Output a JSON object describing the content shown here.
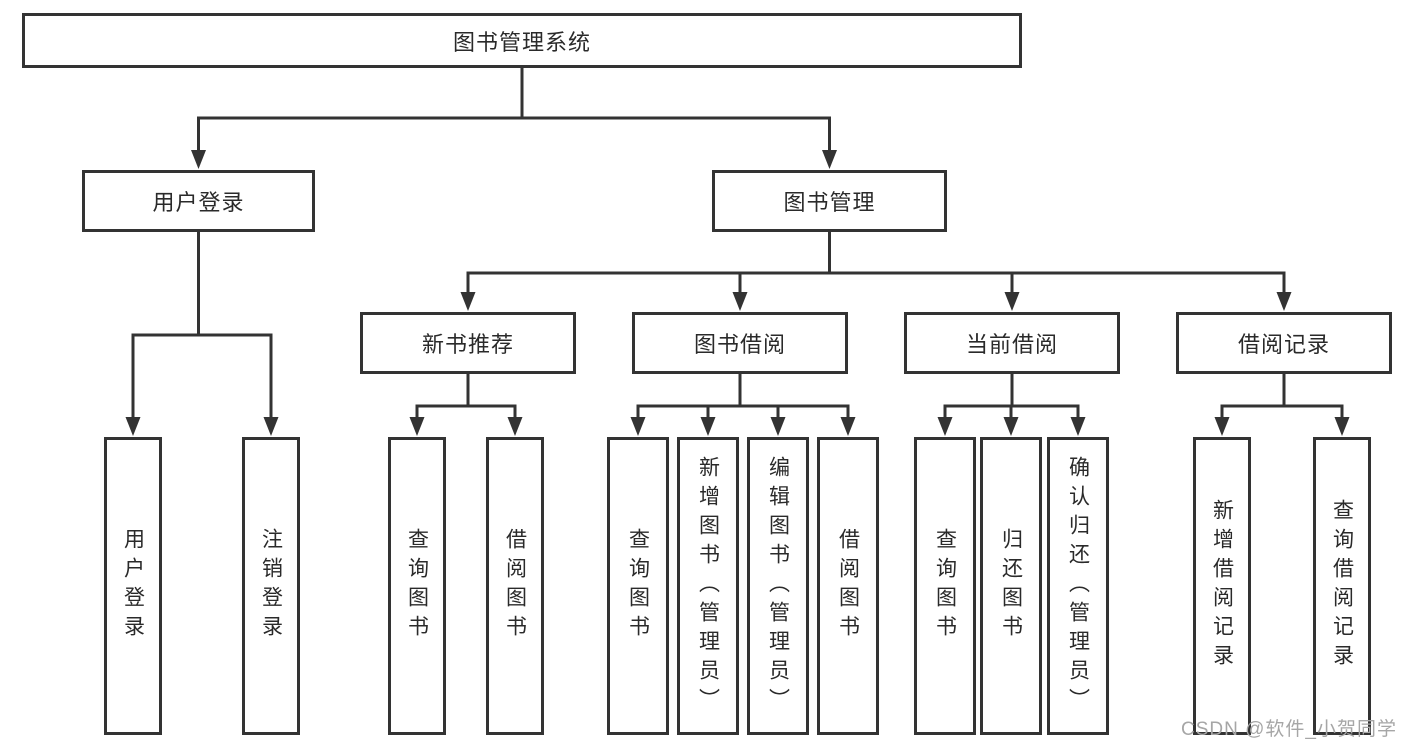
{
  "diagram": {
    "root": {
      "label": "图书管理系统"
    },
    "branches": [
      {
        "label": "用户登录",
        "children": [
          {
            "label": "用户登录"
          },
          {
            "label": "注销登录"
          }
        ]
      },
      {
        "label": "图书管理",
        "children": [
          {
            "label": "新书推荐",
            "children": [
              {
                "label": "查询图书"
              },
              {
                "label": "借阅图书"
              }
            ]
          },
          {
            "label": "图书借阅",
            "children": [
              {
                "label": "查询图书"
              },
              {
                "label": "新增图书（管理员）"
              },
              {
                "label": "编辑图书（管理员）"
              },
              {
                "label": "借阅图书"
              }
            ]
          },
          {
            "label": "当前借阅",
            "children": [
              {
                "label": "查询图书"
              },
              {
                "label": "归还图书"
              },
              {
                "label": "确认归还（管理员）"
              }
            ]
          },
          {
            "label": "借阅记录",
            "children": [
              {
                "label": "新增借阅记录"
              },
              {
                "label": "查询借阅记录"
              }
            ]
          }
        ]
      }
    ]
  },
  "watermark": {
    "text": "CSDN @软件_小贺同学"
  },
  "colors": {
    "line": "#333333",
    "box_border": "#333333",
    "box_background": "#ffffff",
    "text": "#2a2a2a",
    "watermark_text": "#a6a6a6",
    "background": "#ffffff"
  }
}
